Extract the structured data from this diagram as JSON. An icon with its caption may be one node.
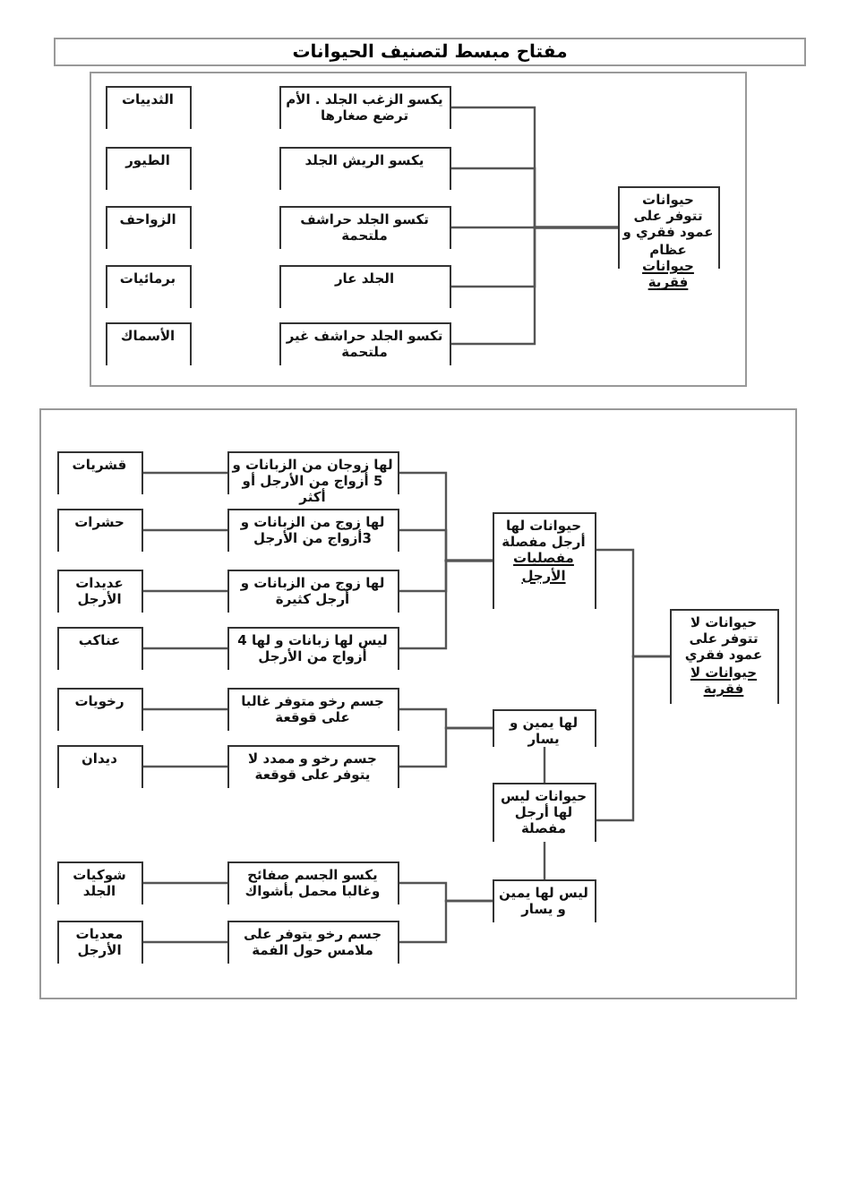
{
  "diagram": {
    "title": "مفتاح مبسط لتصنيف الحيوانات",
    "nodes": [
      {
        "text": [],
        "shape": "box"
      },
      {
        "text": [
          "حيوانات تتوفر على عمود فقري و عظام",
          "حيوانات فقرية"
        ],
        "in": 0
      },
      {
        "text": [
          "يكسو الزغب الجلد . الأم ترضع صغارها"
        ],
        "in": 0
      },
      {
        "text": [
          "يكسو الريش الجلد"
        ],
        "in": 0
      },
      {
        "text": [
          "تكسو الجلد حراشف ملتحمة"
        ],
        "in": 0
      },
      {
        "text": [
          "الجلد عار"
        ],
        "in": 0
      },
      {
        "text": [
          "تكسو الجلد حراشف غير ملتحمة"
        ],
        "in": 0
      },
      {
        "text": [
          "الثدييات"
        ],
        "in": 0
      },
      {
        "text": [
          "الطيور"
        ],
        "in": 0
      },
      {
        "text": [
          "الزواحف"
        ],
        "in": 0
      },
      {
        "text": [
          "برمائيات"
        ],
        "in": 0
      },
      {
        "text": [
          "الأسماك"
        ],
        "in": 0
      },
      {
        "text": [],
        "shape": "box"
      },
      {
        "text": [
          "حيوانات لا تتوفر على عمود فقري",
          "حيوانات لا فقرية"
        ],
        "in": 12
      },
      {
        "text": [
          "حيوانات لها أرجل مفصلة",
          "مفصليات الأرجل"
        ],
        "in": 12
      },
      {
        "text": [
          "لها يمين و يسار"
        ],
        "in": 12
      },
      {
        "text": [
          "حيوانات ليس لها أرجل مفصلة"
        ],
        "in": 12
      },
      {
        "text": [
          "ليس لها يمين و يسار"
        ],
        "in": 12
      },
      {
        "text": [
          "لها زوجان من الزبانات و 5 أزواج من الأرجل أو أكثر"
        ],
        "in": 12
      },
      {
        "text": [
          "لها زوج من الزبانات و 3أزواج من الأرجل"
        ],
        "in": 12
      },
      {
        "text": [
          "لها زوج من الزبانات و أرجل كثيرة"
        ],
        "in": 12
      },
      {
        "text": [
          "ليس لها زبانات و لها 4 أزواج من الأرجل"
        ],
        "in": 12
      },
      {
        "text": [
          "جسم رخو متوفر غالبا على قوقعة"
        ],
        "in": 12
      },
      {
        "text": [
          "جسم رخو و ممدد لا يتوفر على قوقعة"
        ],
        "in": 12
      },
      {
        "text": [
          "يكسو الجسم صفائح وغالبا محمل بأشواك"
        ],
        "in": 12
      },
      {
        "text": [
          "جسم رخو يتوفر على ملامس حول الفمة"
        ],
        "in": 12
      },
      {
        "text": [
          "قشريات"
        ],
        "in": 12
      },
      {
        "text": [
          "حشرات"
        ],
        "in": 12
      },
      {
        "text": [
          "عديدات الأرجل"
        ],
        "in": 12
      },
      {
        "text": [
          "عناكب"
        ],
        "in": 12
      },
      {
        "text": [
          "رخويات"
        ],
        "in": 12
      },
      {
        "text": [
          "ديدان"
        ],
        "in": 12
      },
      {
        "text": [
          "شوكيات الجلد"
        ],
        "in": 12
      },
      {
        "text": [
          "معديات الأرجل"
        ],
        "in": 12
      }
    ],
    "edges": [
      {
        "from": 1,
        "to": 2,
        "arrow": "none"
      },
      {
        "from": 1,
        "to": 3,
        "arrow": "none"
      },
      {
        "from": 1,
        "to": 4,
        "arrow": "none"
      },
      {
        "from": 1,
        "to": 5,
        "arrow": "none"
      },
      {
        "from": 1,
        "to": 6,
        "arrow": "none"
      },
      {
        "from": 13,
        "to": 14,
        "arrow": "none"
      },
      {
        "from": 13,
        "to": 16,
        "arrow": "none"
      },
      {
        "from": 14,
        "to": 18,
        "arrow": "none"
      },
      {
        "from": 14,
        "to": 19,
        "arrow": "none"
      },
      {
        "from": 14,
        "to": 20,
        "arrow": "none"
      },
      {
        "from": 14,
        "to": 21,
        "arrow": "none"
      },
      {
        "from": 16,
        "to": 15,
        "arrow": "none"
      },
      {
        "from": 16,
        "to": 17,
        "arrow": "none"
      },
      {
        "from": 15,
        "to": 22,
        "arrow": "none"
      },
      {
        "from": 15,
        "to": 23,
        "arrow": "none"
      },
      {
        "from": 17,
        "to": 24,
        "arrow": "none"
      },
      {
        "from": 17,
        "to": 25,
        "arrow": "none"
      },
      {
        "from": 18,
        "to": 26,
        "arrow": "none"
      },
      {
        "from": 19,
        "to": 27,
        "arrow": "none"
      },
      {
        "from": 20,
        "to": 28,
        "arrow": "none"
      },
      {
        "from": 21,
        "to": 29,
        "arrow": "none"
      },
      {
        "from": 22,
        "to": 30,
        "arrow": "none"
      },
      {
        "from": 23,
        "to": 31,
        "arrow": "none"
      },
      {
        "from": 24,
        "to": 32,
        "arrow": "none"
      },
      {
        "from": 25,
        "to": 33,
        "arrow": "none"
      }
    ]
  }
}
